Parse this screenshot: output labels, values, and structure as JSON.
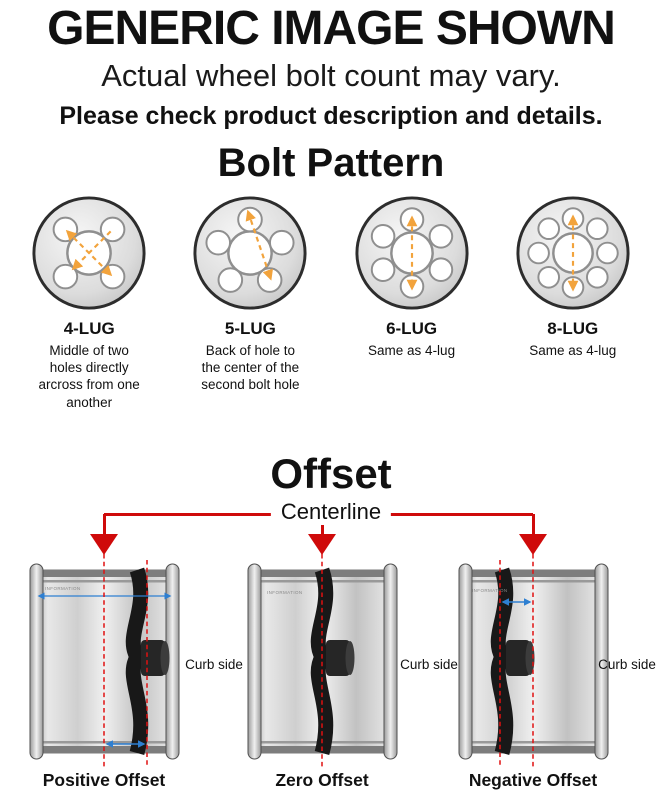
{
  "header": {
    "title": "GENERIC IMAGE SHOWN",
    "subtitle": "Actual wheel bolt count may vary.",
    "note": "Please check product description and details."
  },
  "bolt_pattern": {
    "heading": "Bolt Pattern",
    "items": [
      {
        "label": "4-LUG",
        "description": "Middle of two holes directly arcross from one another"
      },
      {
        "label": "5-LUG",
        "description": "Back of hole to the center of the second bolt hole"
      },
      {
        "label": "6-LUG",
        "description": "Same as 4-lug"
      },
      {
        "label": "8-LUG",
        "description": "Same as 4-lug"
      }
    ]
  },
  "offset": {
    "heading": "Offset",
    "centerline_label": "Centerline",
    "curb_side_label": "Curb side",
    "barrel_watermark": "INFORMATION",
    "diagrams": [
      {
        "label": "Positive Offset"
      },
      {
        "label": "Zero Offset"
      },
      {
        "label": "Negative Offset"
      }
    ],
    "colors": {
      "marker_red": "#cf0a0a",
      "dashed_red": "#e01010",
      "arrow_blue": "#2e7fd1",
      "measure_orange": "#f2a33c"
    }
  }
}
